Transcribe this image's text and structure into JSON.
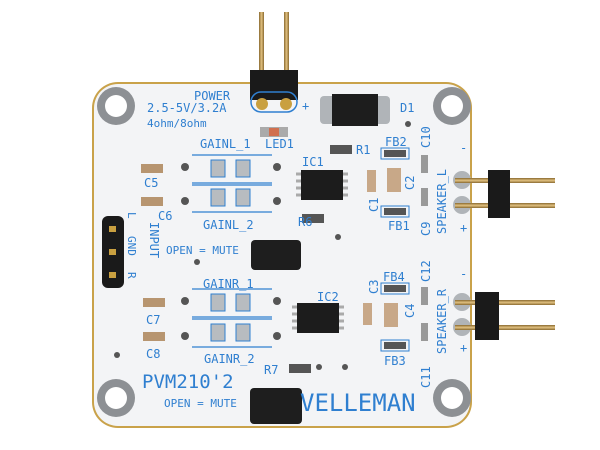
{
  "board": {
    "power_label": "POWER",
    "power_spec": "2.5-5V/3.2A",
    "impedance": "4ohm/8ohm",
    "plus": "+",
    "minus": "-",
    "model": "PVM210'2",
    "brand": "VELLEMAN",
    "mute_top": "OPEN = MUTE",
    "mute_bottom": "OPEN = MUTE",
    "input_label": "INPUT",
    "input_pins": [
      "L",
      "GND",
      "R"
    ],
    "speaker_left": "SPEAKER_L",
    "speaker_right": "SPEAKER_R",
    "components": {
      "d1": "D1",
      "led1": "LED1",
      "r1": "R1",
      "r6": "R6",
      "r7": "R7",
      "ic1": "IC1",
      "ic2": "IC2",
      "c1": "C1",
      "c2": "C2",
      "c3": "C3",
      "c4": "C4",
      "c5": "C5",
      "c6": "C6",
      "c7": "C7",
      "c8": "C8",
      "c9": "C9",
      "c10": "C10",
      "c11": "C11",
      "c12": "C12",
      "fb1": "FB1",
      "fb2": "FB2",
      "fb3": "FB3",
      "fb4": "FB4",
      "gainl1": "GAINL_1",
      "gainl2": "GAINL_2",
      "gainr1": "GAINR_1",
      "gainr2": "GAINR_2"
    }
  },
  "colors": {
    "silkscreen": "#2f7fd0",
    "board": "#f4f5f6",
    "header": "#1a1a1a",
    "pin": "#c9a040"
  }
}
